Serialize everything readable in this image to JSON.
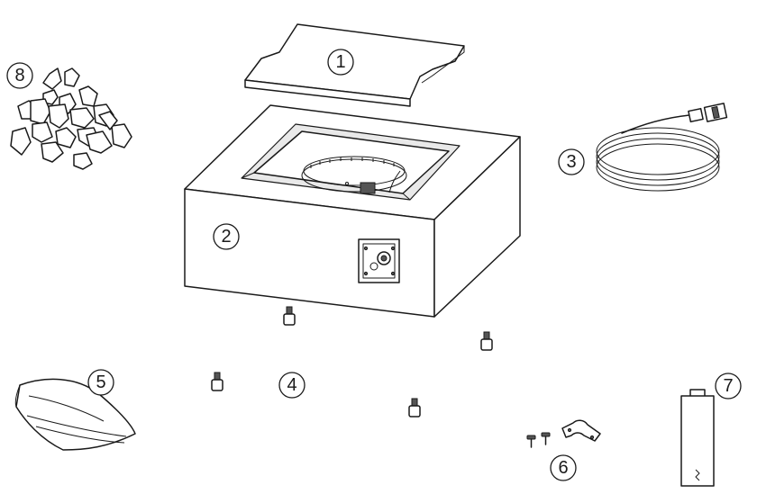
{
  "parts": [
    {
      "id": "1",
      "label": "1"
    },
    {
      "id": "2",
      "label": "2"
    },
    {
      "id": "3",
      "label": "3"
    },
    {
      "id": "4",
      "label": "4"
    },
    {
      "id": "5",
      "label": "5"
    },
    {
      "id": "6",
      "label": "6"
    },
    {
      "id": "7",
      "label": "7"
    },
    {
      "id": "8",
      "label": "8"
    }
  ]
}
